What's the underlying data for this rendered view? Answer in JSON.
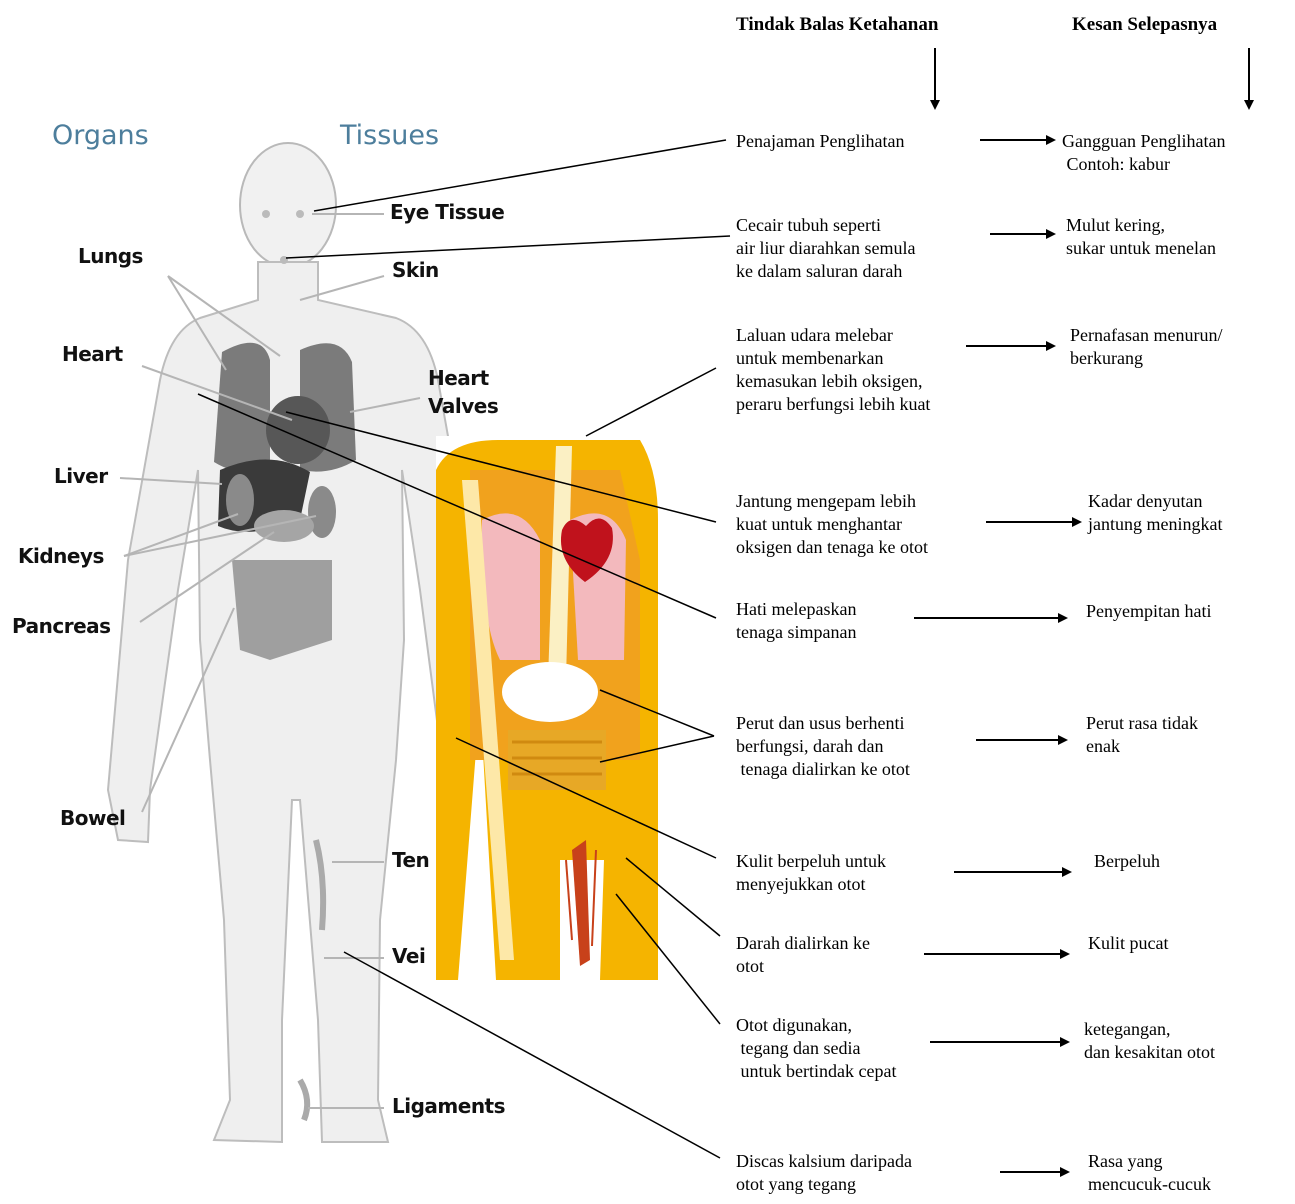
{
  "headers": {
    "response": "Tindak Balas Ketahanan",
    "effect": "Kesan Selepasnya"
  },
  "figure_columns": {
    "organs": "Organs",
    "tissues": "Tissues"
  },
  "figure_labels": {
    "eye_tissue": "Eye Tissue",
    "lungs": "Lungs",
    "skin": "Skin",
    "heart": "Heart",
    "heart_valves": "Heart\nValves",
    "liver": "Liver",
    "kidneys": "Kidneys",
    "pancreas": "Pancreas",
    "bowel": "Bowel",
    "tendons": "Ten",
    "veins": "Vei",
    "ligaments": "Ligaments"
  },
  "rows": [
    {
      "response": "Penajaman Penglihatan",
      "effect": "Gangguan Penglihatan\n Contoh: kabur"
    },
    {
      "response": "Cecair tubuh seperti\nair liur diarahkan semula\nke dalam saluran darah",
      "effect": "Mulut kering,\nsukar untuk menelan"
    },
    {
      "response": "Laluan udara melebar\nuntuk membenarkan\nkemasukan lebih oksigen,\nperaru berfungsi lebih kuat",
      "effect": "Pernafasan menurun/\nberkurang"
    },
    {
      "response": "Jantung mengepam lebih\nkuat untuk menghantar\noksigen dan tenaga ke otot",
      "effect": "Kadar denyutan\njantung meningkat"
    },
    {
      "response": "Hati melepaskan\ntenaga simpanan",
      "effect": "Penyempitan hati"
    },
    {
      "response": "Perut dan usus berhenti\nberfungsi, darah dan\n tenaga dialirkan ke otot",
      "effect": "Perut rasa tidak\nenak"
    },
    {
      "response": "Kulit berpeluh untuk\nmenyejukkan otot",
      "effect": "Berpeluh"
    },
    {
      "response": "Darah dialirkan ke\notot",
      "effect": "Kulit pucat"
    },
    {
      "response": "Otot digunakan,\n tegang dan sedia\n untuk bertindak cepat",
      "effect": "ketegangan,\ndan kesakitan otot"
    },
    {
      "response": "Discas kalsium daripada\notot yang tegang",
      "effect": "Rasa yang\nmencucuk-cucuk"
    }
  ]
}
